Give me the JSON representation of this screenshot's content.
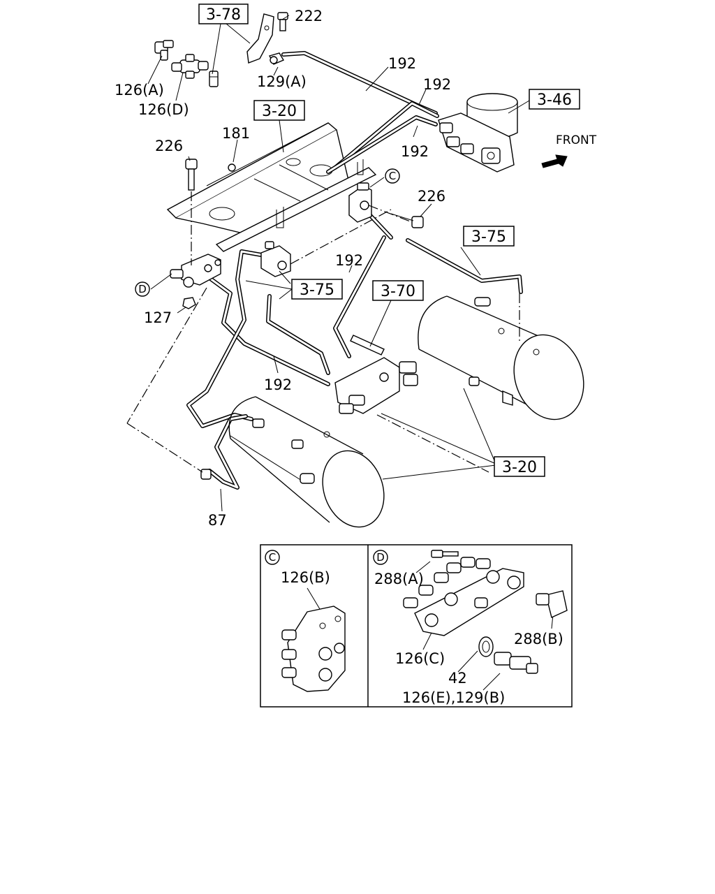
{
  "callouts": {
    "ref_3_78": "3-78",
    "ref_3_46": "3-46",
    "ref_3_20_top": "3-20",
    "ref_3_75_right": "3-75",
    "ref_3_75_mid": "3-75",
    "ref_3_70": "3-70",
    "ref_3_20_bottom": "3-20"
  },
  "labels": {
    "p222": "222",
    "p126a": "126(A)",
    "p129a": "129(A)",
    "p126d": "126(D)",
    "p192_a": "192",
    "p192_b": "192",
    "p192_c": "192",
    "p192_d": "192",
    "p192_e": "192",
    "p181": "181",
    "p226_left": "226",
    "p226_right": "226",
    "p127": "127",
    "p87": "87",
    "front": "FRONT"
  },
  "markers": {
    "c": "C",
    "d": "D"
  },
  "detail_c": {
    "marker": "C",
    "p126b": "126(B)"
  },
  "detail_d": {
    "marker": "D",
    "p288a": "288(A)",
    "p288b": "288(B)",
    "p126c": "126(C)",
    "p42": "42",
    "p126e_129b": "126(E),129(B)"
  }
}
